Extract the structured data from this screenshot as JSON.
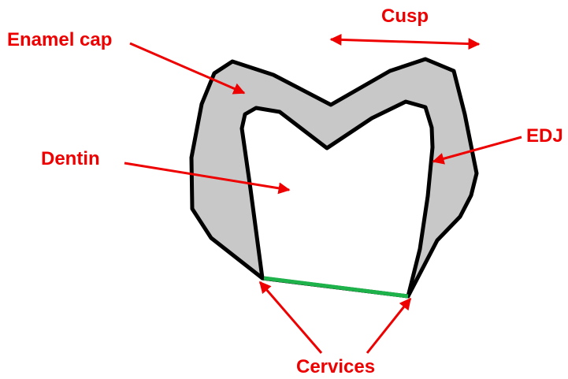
{
  "diagram": {
    "labels": {
      "enamel_cap": "Enamel cap",
      "cusp": "Cusp",
      "dentin": "Dentin",
      "edj": "EDJ",
      "cervices": "Cervices"
    },
    "colors": {
      "label": "#ee0000",
      "arrow": "#ee0000",
      "enamel_fill": "#c8c8c8",
      "dentin_fill": "#ffffff",
      "outline": "#000000",
      "cervical_line": "#1db34a"
    }
  }
}
